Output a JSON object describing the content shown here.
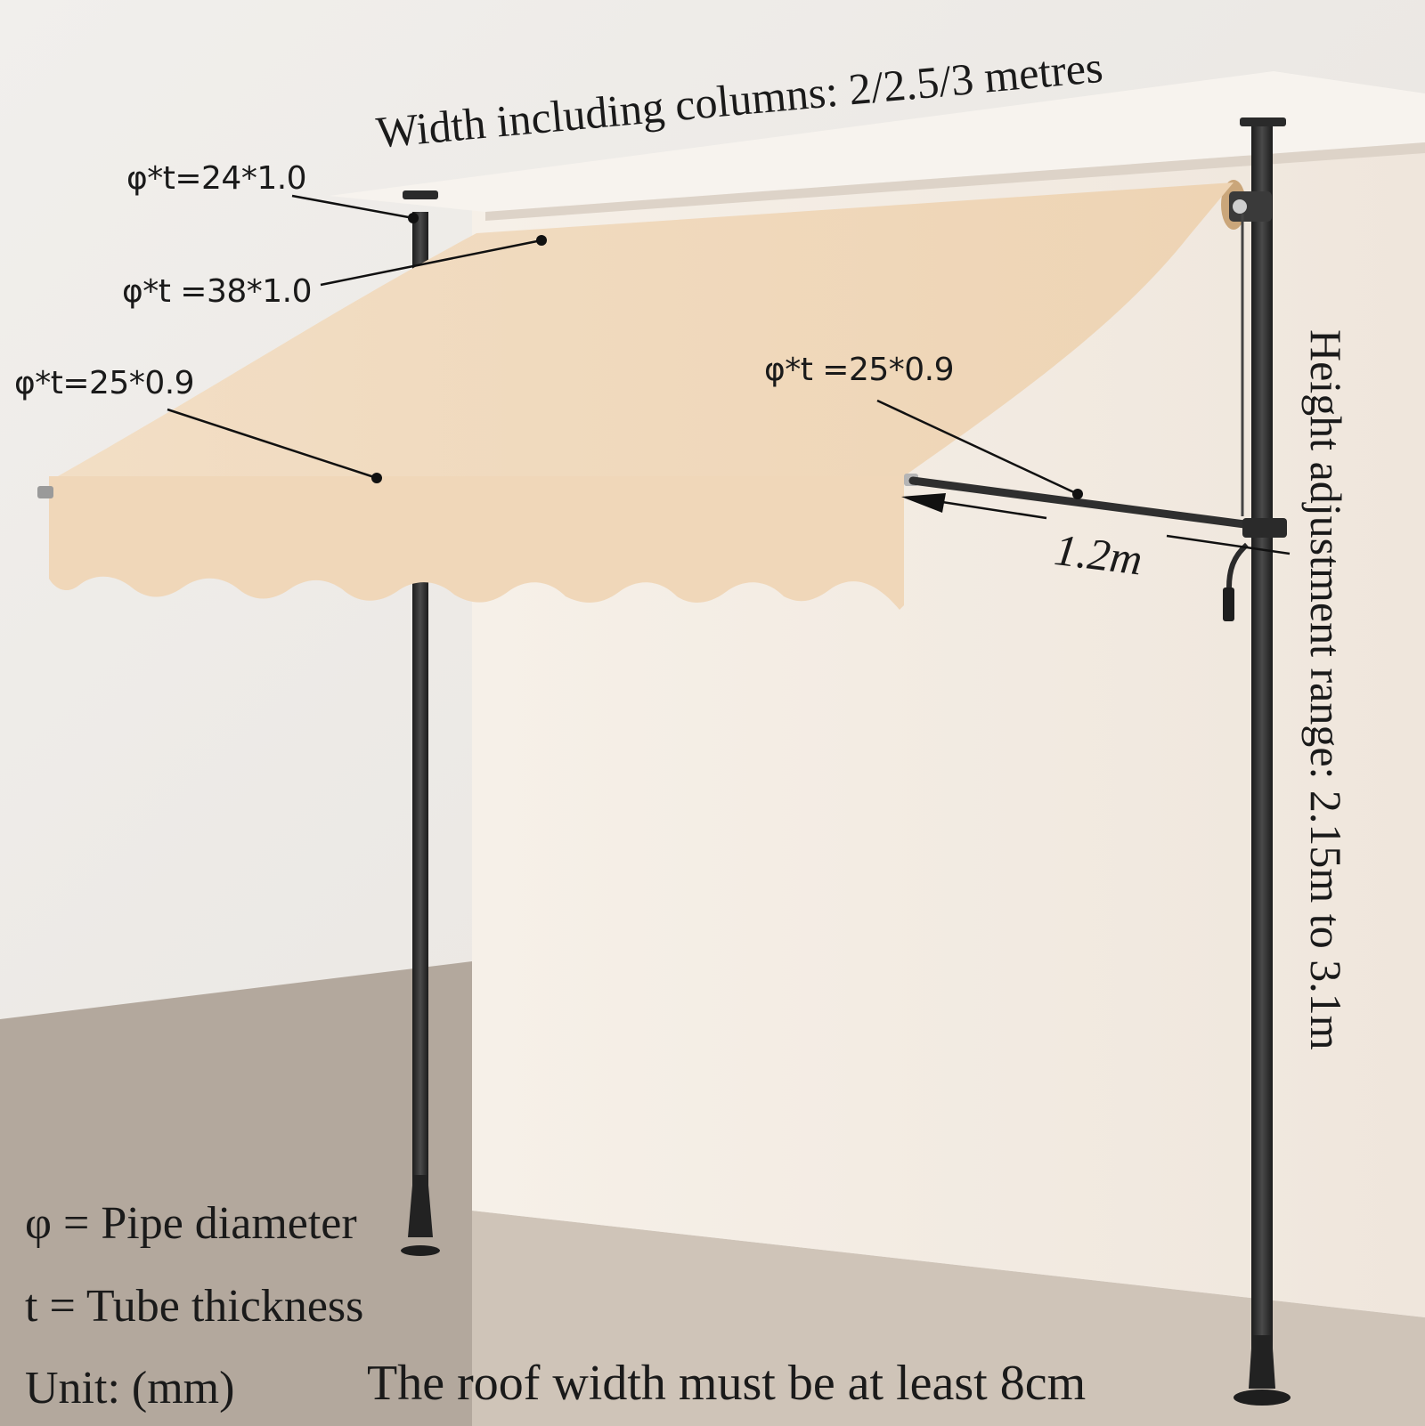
{
  "labels": {
    "width_note": "Width including columns: 2/2.5/3 metres",
    "top_pole_spec": "φ*t=24*1.0",
    "roller_spec": "φ*t =38*1.0",
    "front_bar_spec": "φ*t=25*0.9",
    "arm_spec": "φ*t =25*0.9",
    "projection": "1.2m",
    "height_range": "Height adjustment range: 2.15m to 3.1m",
    "roof_note": "The roof width must be at least 8cm"
  },
  "legend": {
    "phi": "φ = Pipe diameter",
    "t": "t = Tube thickness",
    "unit": "Unit: (mm)"
  },
  "colors": {
    "canopy": "#f1d9bd",
    "pole": "#2e2e2e",
    "wall": "#f3ece4",
    "floor": "#c7bdb1"
  }
}
